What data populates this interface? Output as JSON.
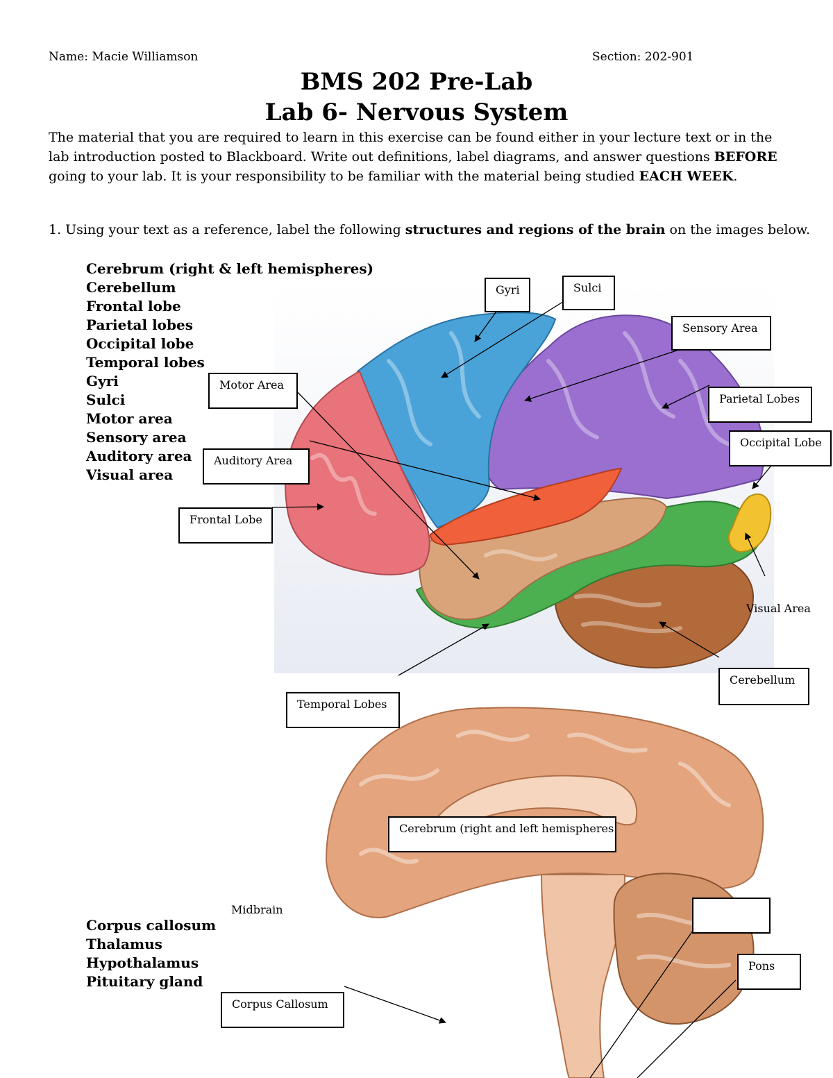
{
  "header": {
    "name": "Name: Macie Williamson",
    "section": "Section: 202-901"
  },
  "title": {
    "line1": "BMS 202 Pre-Lab",
    "line2": "Lab 6- Nervous System"
  },
  "intro": {
    "part1": " The material that you are required to learn in this exercise can be found either in your lecture text or in the lab introduction posted to Blackboard.  Write out definitions, label diagrams, and answer questions ",
    "bold1": "BEFORE",
    "part2": " going to your lab.  It is your responsibility to be familiar with the material being studied ",
    "bold2": "EACH WEEK",
    "part3": "."
  },
  "question1": {
    "prefix": "1.  Using your text as a reference, label the following ",
    "bold": "structures and regions of the brain",
    "suffix": " on the images below."
  },
  "terms_top": [
    "Cerebrum (right & left hemispheres)",
    "Cerebellum",
    "Frontal lobe",
    "Parietal lobes",
    "Occipital lobe",
    "Temporal lobes",
    "Gyri",
    "Sulci",
    "Motor area",
    "Sensory area",
    "Auditory area",
    "Visual area"
  ],
  "terms_bottom": [
    "Corpus callosum",
    "Thalamus",
    "Hypothalamus",
    "Pituitary gland"
  ],
  "labels_top": {
    "gyri": "Gyri",
    "sulci": "Sulci",
    "sensory_area": "Sensory Area",
    "motor_area": "Motor Area",
    "parietal_lobes": "Parietal Lobes",
    "occipital_lobe": "Occipital Lobe",
    "auditory_area": "Auditory Area",
    "frontal_lobe": "Frontal Lobe",
    "visual_area": "Visual Area",
    "cerebellum": "Cerebellum",
    "temporal_lobes": "Temporal Lobes"
  },
  "labels_bottom": {
    "cerebrum": "Cerebrum (right and left hemispheres",
    "midbrain": "Midbrain",
    "empty_box": "",
    "pons": "Pons",
    "corpus_callosum": "Corpus Callosum"
  },
  "colors": {
    "frontal": "#e8737a",
    "precentral": "#4aa3d8",
    "parietal": "#9a6fcf",
    "temporal": "#d9a47a",
    "temporal_lower": "#4caf50",
    "occipital_visual": "#f2c230",
    "auditory": "#f0603a",
    "cerebellum": "#b36a3a",
    "sagittal_tissue": "#e3a47e"
  }
}
